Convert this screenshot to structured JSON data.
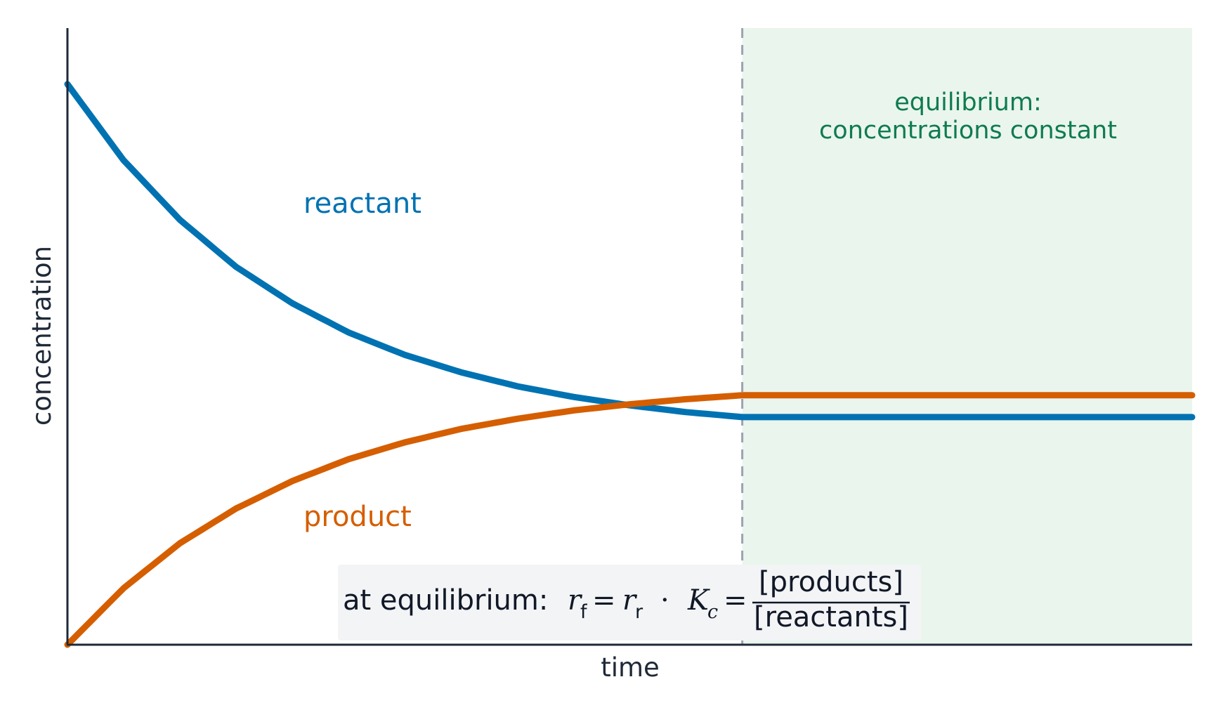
{
  "chart_data": {
    "type": "line",
    "title": "",
    "xlabel": "time",
    "ylabel": "concentration",
    "grid": false,
    "legend": "none (curves labelled directly)",
    "xlim": [
      0,
      10
    ],
    "ylim": [
      0,
      1.1
    ],
    "equilibrium_time": 6,
    "series": [
      {
        "name": "reactant",
        "color": "#0072b2",
        "x": [
          0,
          0.5,
          1,
          1.5,
          2,
          2.5,
          3,
          3.5,
          4,
          4.5,
          5,
          5.5,
          6,
          7,
          8,
          9,
          10
        ],
        "y": [
          1.0,
          0.864,
          0.758,
          0.674,
          0.609,
          0.557,
          0.517,
          0.486,
          0.461,
          0.442,
          0.427,
          0.415,
          0.406,
          0.406,
          0.406,
          0.406,
          0.406
        ]
      },
      {
        "name": "product",
        "color": "#d55e00",
        "x": [
          0,
          0.5,
          1,
          1.5,
          2,
          2.5,
          3,
          3.5,
          4,
          4.5,
          5,
          5.5,
          6,
          7,
          8,
          9,
          10
        ],
        "y": [
          0.0,
          0.101,
          0.181,
          0.243,
          0.292,
          0.331,
          0.361,
          0.385,
          0.403,
          0.418,
          0.429,
          0.438,
          0.445,
          0.445,
          0.445,
          0.445,
          0.445
        ]
      }
    ],
    "annotations": {
      "reactant_label": "reactant",
      "product_label": "product",
      "region_label_line1": "equilibrium:",
      "region_label_line2": "concentrations constant",
      "region_color": "#eaf5ee",
      "region_text_color": "#0f7b4f",
      "divider_color": "#9ca3af",
      "equation": {
        "prefix": "at equilibrium:",
        "r": "r",
        "sub_f": "f",
        "sub_r": "r",
        "equals": "=",
        "dot": "·",
        "K": "K",
        "sub_c": "c",
        "numerator": "[products]",
        "denominator": "[reactants]",
        "box_color": "#f3f4f6"
      }
    }
  }
}
